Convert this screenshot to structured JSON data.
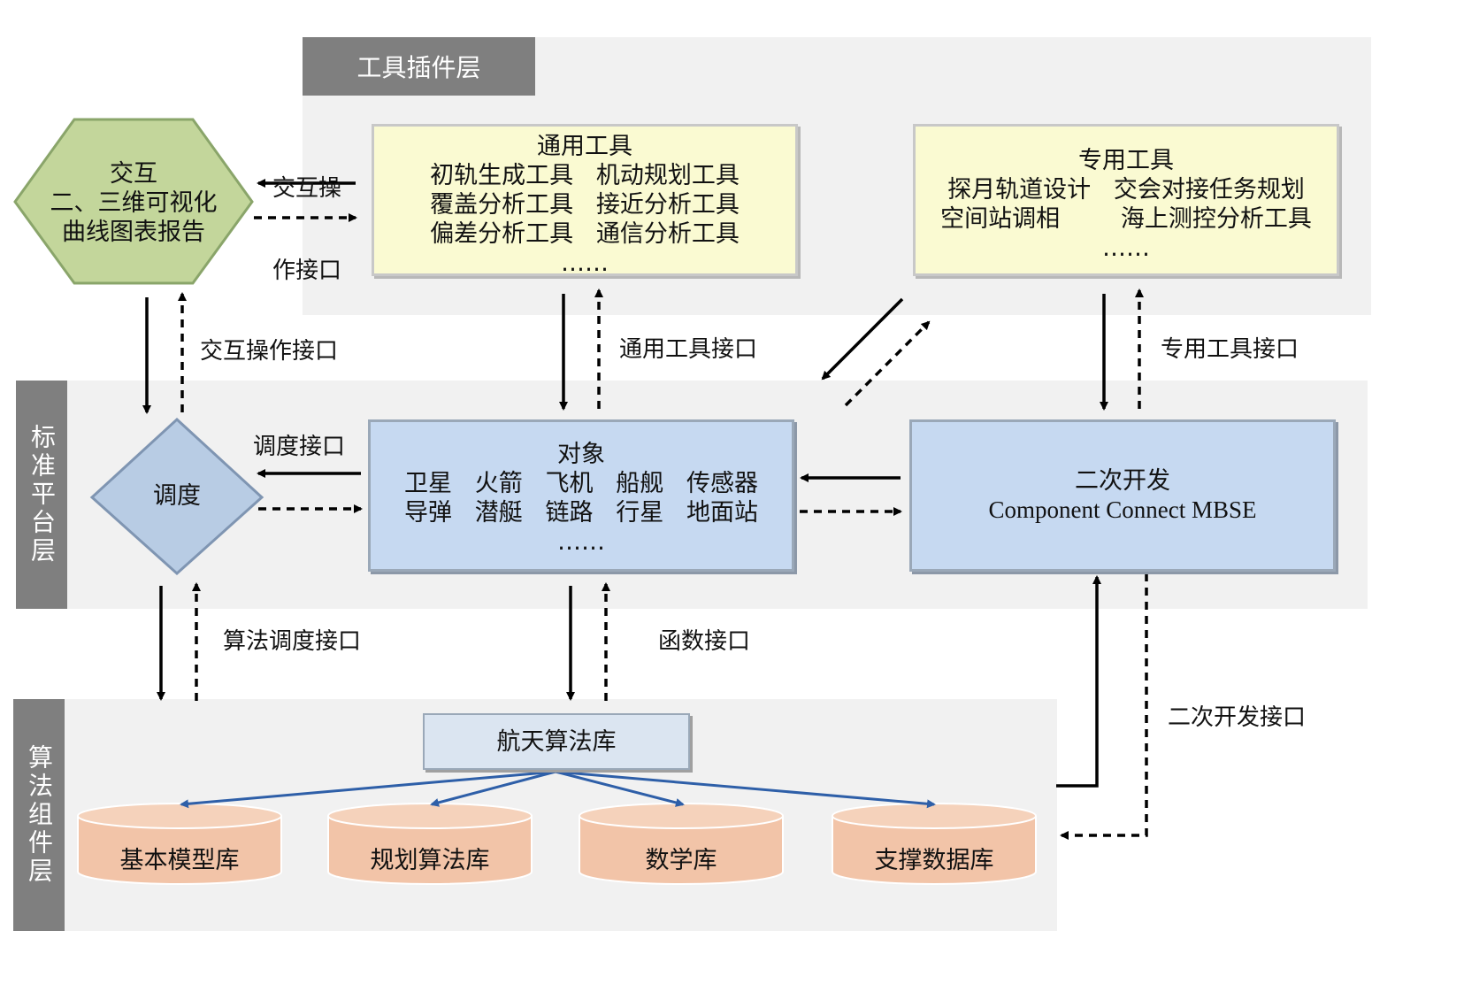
{
  "layers": {
    "tool": "工具插件层",
    "platform": "标准平台层",
    "algo": "算法组件层"
  },
  "interact": {
    "lines": [
      "交互",
      "二、三维可视化",
      "曲线图表报告"
    ]
  },
  "general_tools": {
    "title": "通用工具",
    "lines": [
      "初轨生成工具   机动规划工具",
      "覆盖分析工具   接近分析工具",
      "偏差分析工具   通信分析工具",
      "……"
    ]
  },
  "special_tools": {
    "title": "专用工具",
    "lines": [
      "探月轨道设计   交会对接任务规划",
      "空间站调相        海上测控分析工具",
      "……"
    ]
  },
  "schedule": {
    "label": "调度"
  },
  "objects": {
    "title": "对象",
    "lines": [
      "卫星   火箭   飞机   船舰   传感器",
      "导弹   潜艇   链路   行星   地面站",
      "……"
    ]
  },
  "secondary_dev": {
    "title": "二次开发",
    "subtitle": "Component Connect MBSE"
  },
  "algo_lib": {
    "label": "航天算法库"
  },
  "databases": [
    "基本模型库",
    "规划算法库",
    "数学库",
    "支撑数据库"
  ],
  "interfaces": {
    "interact_op_top": [
      "交互操",
      "作接口"
    ],
    "interact_op": "交互操作接口",
    "general_tool": "通用工具接口",
    "special_tool": "专用工具接口",
    "schedule": "调度接口",
    "algo_schedule": "算法调度接口",
    "function": "函数接口",
    "secondary": "二次开发接口"
  },
  "colors": {
    "layer_tab": "#7f7f7f",
    "layer_bg": "#f1f1f1",
    "hexagon": "#c3d69b",
    "yellow_box": "#fafad2",
    "blue_box": "#c6d9f1",
    "database": "#f2c4a8",
    "db_arrow": "#2e5fa8"
  }
}
